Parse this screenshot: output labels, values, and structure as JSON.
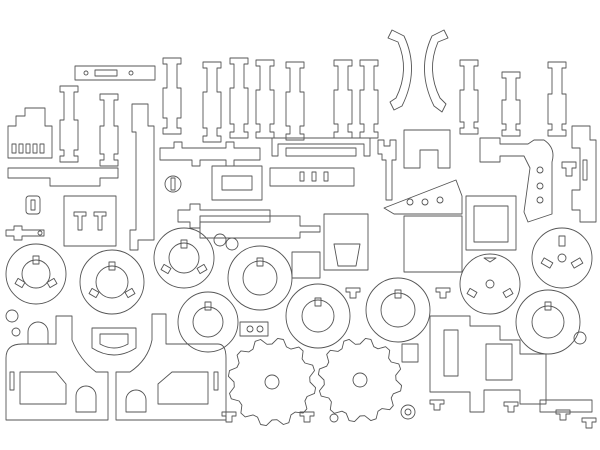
{
  "sheet": {
    "background": "#ffffff",
    "line_color": "#555555",
    "description_parts": [
      "slot-strip",
      "arc-bracket",
      "pulley-disc",
      "gear-wheel",
      "chassis-side-panel",
      "frame-plate",
      "tab-connector"
    ]
  }
}
